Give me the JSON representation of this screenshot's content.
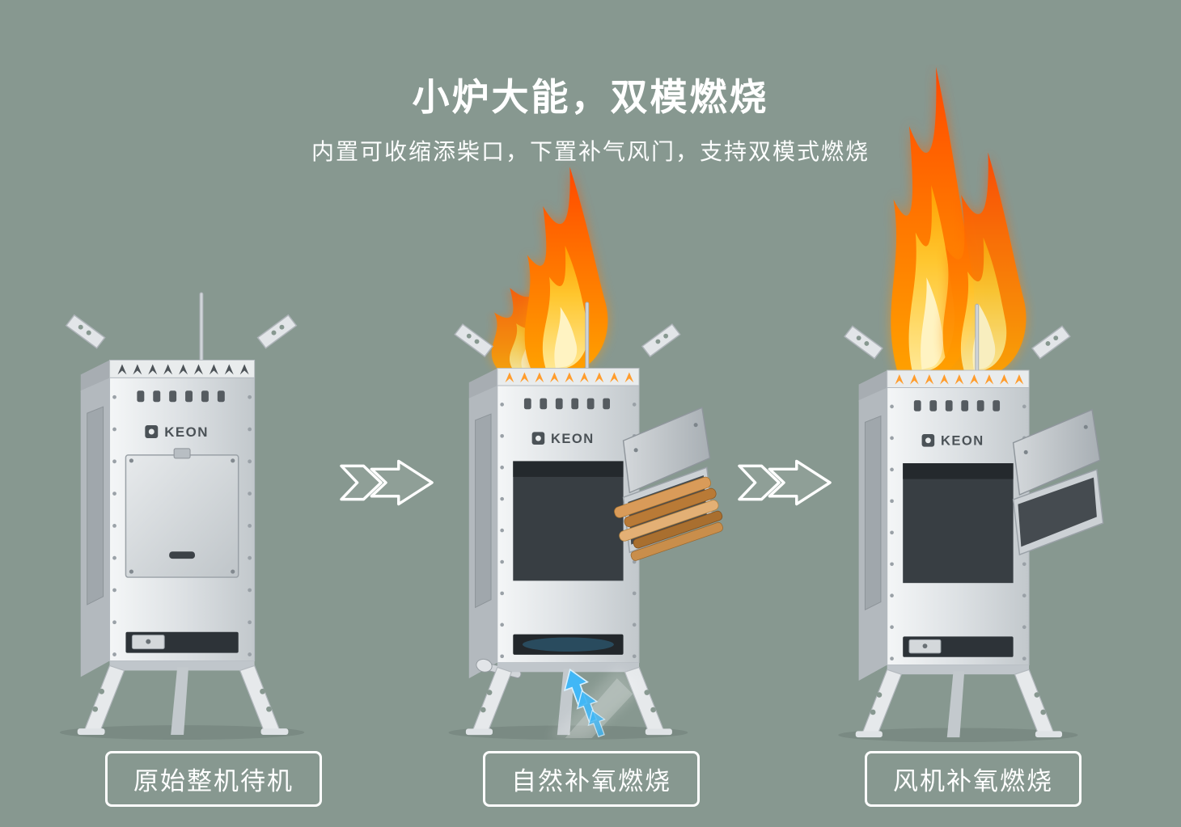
{
  "colors": {
    "background": "#879890",
    "text": "#ffffff",
    "flame_outer": "#ff6a00",
    "flame_inner": "#ffd34f",
    "airflow_blue": "#41b7f6",
    "steel_light": "#eef1f3",
    "steel_dark": "#b6bcc1"
  },
  "header": {
    "title": "小炉大能，双模燃烧",
    "subtitle": "内置可收缩添柴口，下置补气风门，支持双模式燃烧"
  },
  "brand": "KEON",
  "stages": [
    {
      "id": "standby",
      "caption": "原始整机待机",
      "flames": "none",
      "hopper": "closed",
      "airflow": false
    },
    {
      "id": "natural",
      "caption": "自然补氧燃烧",
      "flames": "medium",
      "hopper": "open-wood",
      "airflow": true
    },
    {
      "id": "fan",
      "caption": "风机补氧燃烧",
      "flames": "large",
      "hopper": "open",
      "airflow": false
    }
  ],
  "flow_arrow_icon": "double-chevron-right-arrow"
}
